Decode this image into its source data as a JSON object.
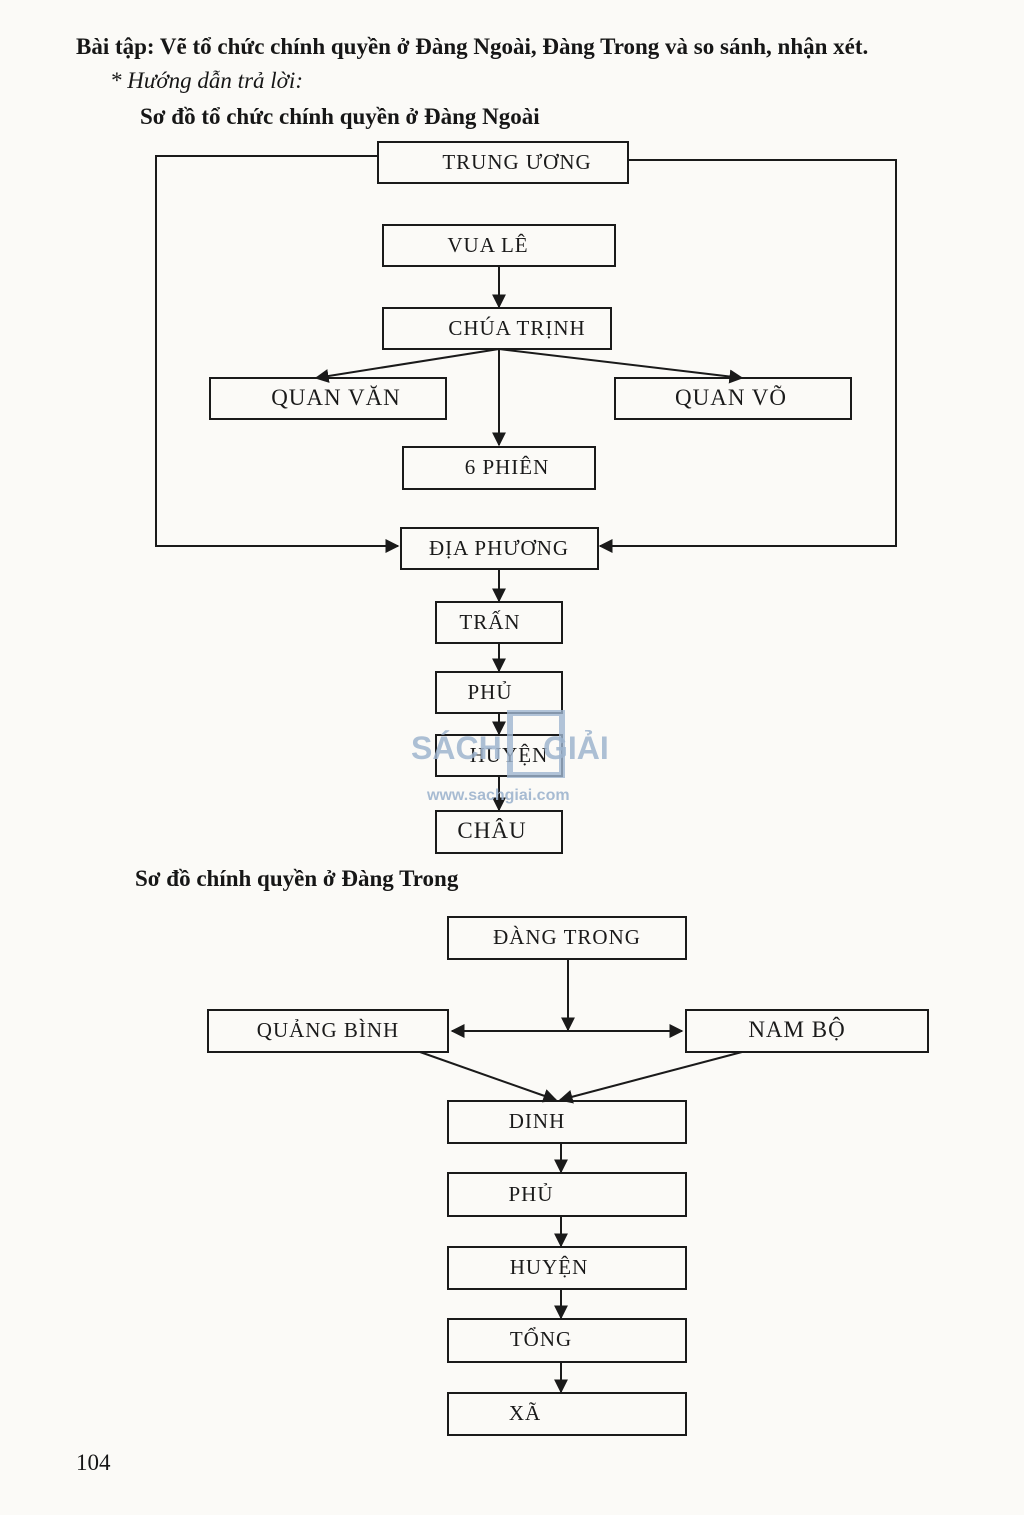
{
  "exercise": {
    "title": "Bài tập: Vẽ tổ chức chính quyền ở Đàng Ngoài, Đàng Trong và so sánh, nhận xét.",
    "hint": "* Hướng dẫn trả lời:"
  },
  "diagram1": {
    "heading": "Sơ đồ tổ chức chính quyền ở Đàng Ngoài",
    "nodes": {
      "trung_uong": "TRUNG ƯƠNG",
      "vua_le": "VUA LÊ",
      "chua_trinh": "CHÚA TRỊNH",
      "quan_van": "QUAN VĂN",
      "quan_vo": "QUAN VÕ",
      "sau_phien": "6 PHIÊN",
      "dia_phuong": "ĐỊA PHƯƠNG",
      "tran": "TRẤN",
      "phu": "PHỦ",
      "huyen": "HUYỆN",
      "chau": "CHÂU"
    }
  },
  "diagram2": {
    "heading": "Sơ đồ chính quyền ở Đàng Trong",
    "nodes": {
      "dang_trong": "ĐÀNG TRONG",
      "quang_binh": "QUẢNG BÌNH",
      "nam_bo": "NAM BỘ",
      "dinh": "DINH",
      "phu": "PHỦ",
      "huyen": "HUYỆN",
      "tong": "TỔNG",
      "xa": "XÃ"
    }
  },
  "watermark": {
    "logo_left": "SÁCH",
    "logo_right": "GIẢI",
    "url": "www.sachgiai.com",
    "color": "#9fb5cf"
  },
  "page_number": "104"
}
